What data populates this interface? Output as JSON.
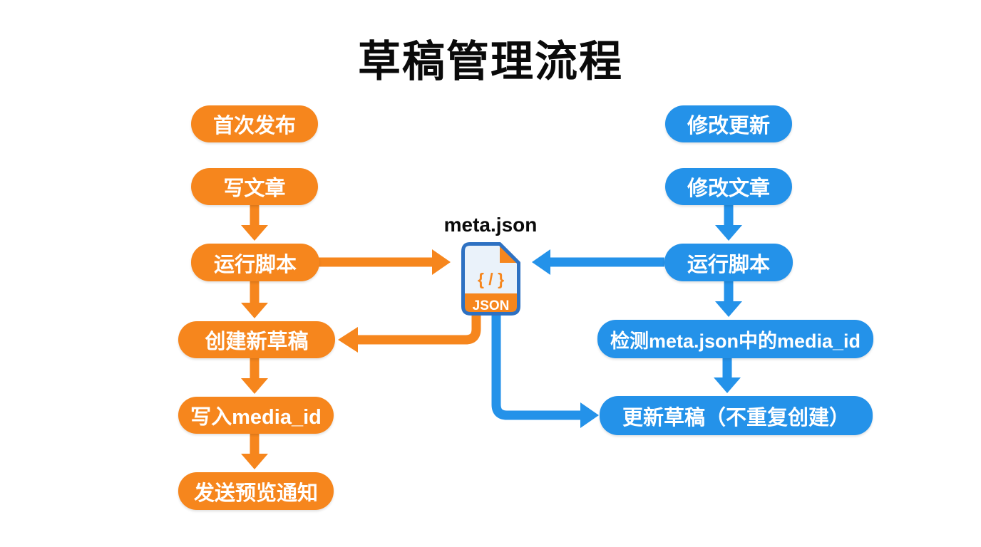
{
  "title": "草稿管理流程",
  "colors": {
    "orange": "#F6861D",
    "blue": "#2492E9",
    "icon_border": "#2E71C2",
    "icon_body": "#EAF2FA",
    "text_on_node": "#FFFFFF",
    "title_color": "#0A0A0A"
  },
  "left_flow": {
    "header": "首次发布",
    "steps": {
      "write_article": "写文章",
      "run_script": "运行脚本",
      "create_draft": "创建新草稿",
      "write_media_id": "写入media_id",
      "send_preview": "发送预览通知"
    }
  },
  "right_flow": {
    "header": "修改更新",
    "steps": {
      "modify_article": "修改文章",
      "run_script": "运行脚本",
      "check_media_id": "检测meta.json中的media_id",
      "update_draft": "更新草稿（不重复创建）"
    }
  },
  "center": {
    "label": "meta.json",
    "icon_code": "{ / }",
    "icon_badge": "JSON"
  }
}
